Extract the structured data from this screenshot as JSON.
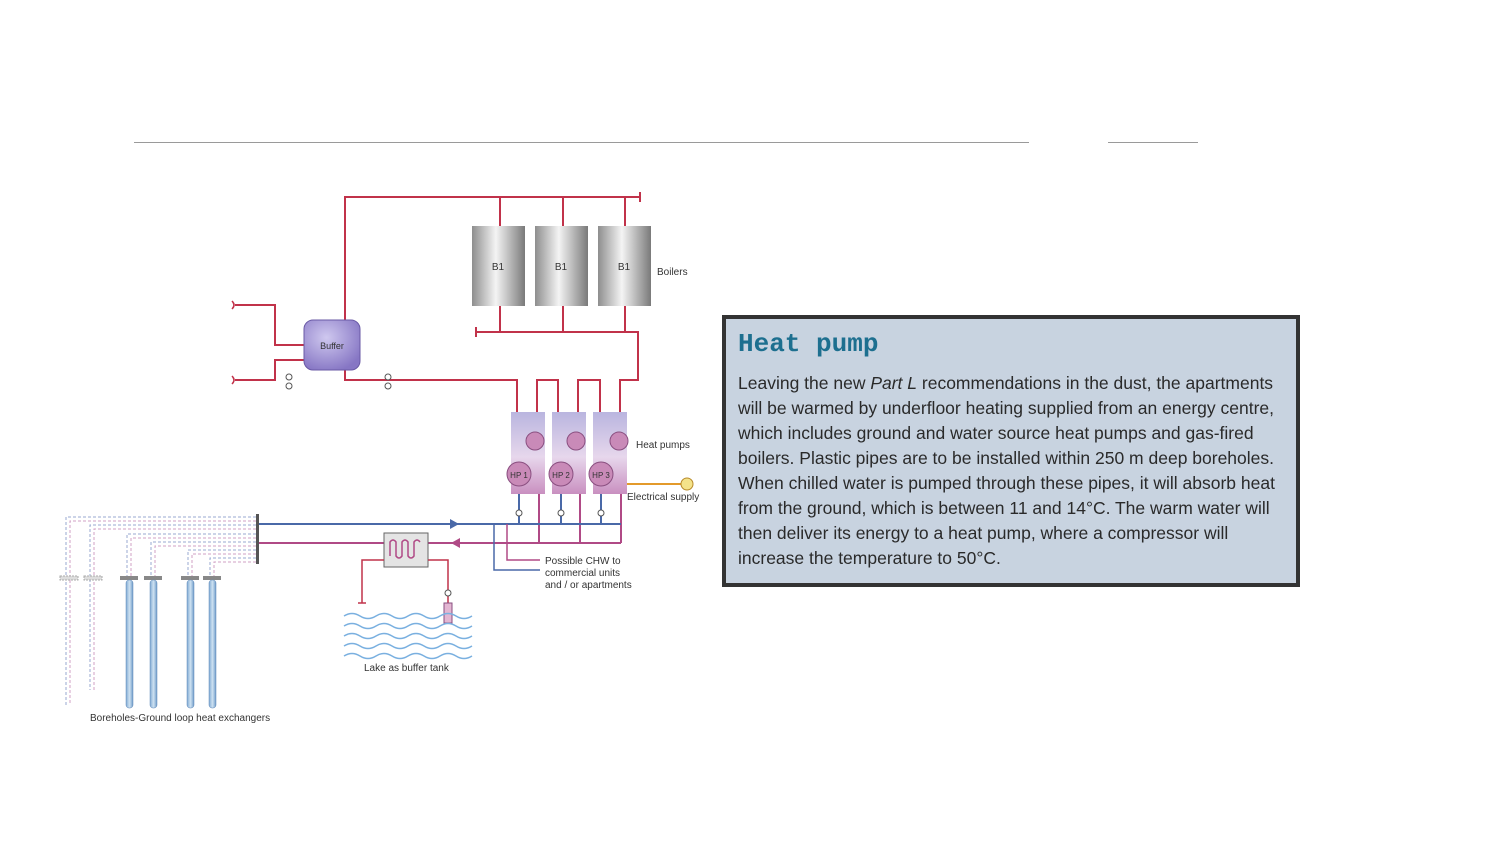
{
  "diagram": {
    "boilers": [
      {
        "label": "B1"
      },
      {
        "label": "B1"
      },
      {
        "label": "B1"
      }
    ],
    "boilers_label": "Boilers",
    "buffer_label": "Buffer",
    "heat_pumps": [
      {
        "label": "HP 1"
      },
      {
        "label": "HP 2"
      },
      {
        "label": "HP 3"
      }
    ],
    "heat_pumps_label": "Heat pumps",
    "electrical_label": "Electrical supply",
    "chw_label": [
      "Possible CHW to",
      "commercial units",
      "and / or apartments"
    ],
    "lake_label": "Lake as buffer tank",
    "boreholes_label": "Boreholes-Ground loop heat exchangers",
    "colors": {
      "flow": "#c1324a",
      "return": "#4a69a8",
      "loop": "#b04a86",
      "electric": "#e39a2b"
    }
  },
  "info": {
    "title": "Heat pump",
    "text_before": "Leaving the new ",
    "text_em": "Part L",
    "text_after": " recommendations in the dust, the apartments will be warmed by underfloor heating supplied from an energy centre, which includes ground and water source heat pumps and gas-fired boilers. Plastic pipes are to be installed within 250 m deep boreholes. When chilled water is pumped through these pipes, it will absorb heat from the ground, which is between 11 and 14°C. The warm water will then deliver its energy to a heat pump, where a compressor will increase the temperature to 50°C."
  }
}
